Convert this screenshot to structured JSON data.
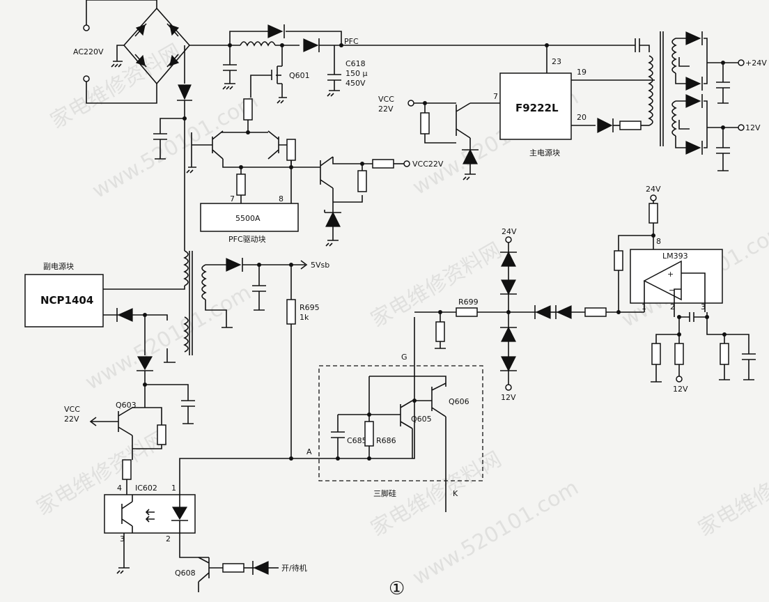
{
  "labels": {
    "ac_input": "AC220V",
    "pfc": "PFC",
    "c618_name": "C618",
    "c618_cap": "150 μ",
    "c618_volt": "450V",
    "q601": "Q601",
    "pfc_chip": "5500A",
    "pfc_caption": "PFC驱动块",
    "pin7": "7",
    "pin8": "8",
    "vcc22_right": "VCC22V",
    "vcc_left": "VCC",
    "v22_left": "22V",
    "main_chip": "F9222L",
    "main_caption": "主电源块",
    "pin23": "23",
    "pin19": "19",
    "pin20": "20",
    "pin7b": "7",
    "out24": "+24V",
    "out12": "12V",
    "sub_caption": "副电源块",
    "sub_chip": "NCP1404",
    "v5sb": "5Vsb",
    "r695": "R695",
    "r695_val": "1k",
    "q603": "Q603",
    "vcc_q603": "VCC",
    "v22_q603": "22V",
    "ic602": "IC602",
    "pin4": "4",
    "pin1": "1",
    "pin3": "3",
    "pin2": "2",
    "q608": "Q608",
    "onoff": "开/待机",
    "node_a": "A",
    "node_g": "G",
    "node_k": "K",
    "r699": "R699",
    "v24_zener": "24V",
    "v12_zener": "12V",
    "q605": "Q605",
    "q606": "Q606",
    "c685": "C685",
    "r686": "R686",
    "triac_caption": "三脚硅",
    "lm393": "LM393",
    "v24_lm": "24V",
    "pin8b": "8",
    "pin1b": "1",
    "pin2b": "2",
    "pin3b": "3",
    "v12_lm": "12V",
    "fig_num": "①"
  },
  "watermark": {
    "cn": "家电维修资料网",
    "url": "www.520101.com"
  }
}
